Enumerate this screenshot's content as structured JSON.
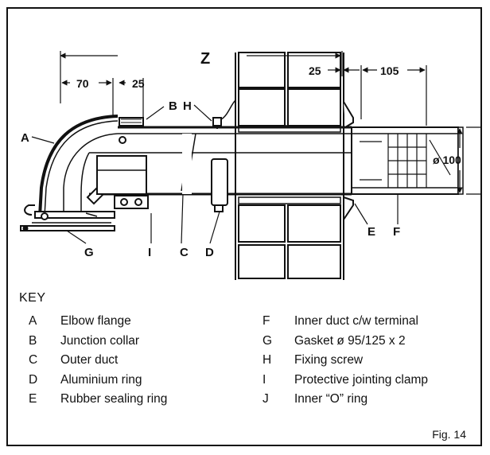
{
  "diagram": {
    "dimensions": {
      "z": "Z",
      "d70": "70",
      "d25_left": "25",
      "d25_right": "25",
      "d105": "105",
      "d100": "ø 100"
    },
    "callouts": {
      "a": "A",
      "b": "B",
      "c": "C",
      "d": "D",
      "e": "E",
      "f": "F",
      "g": "G",
      "h": "H",
      "i": "I"
    }
  },
  "key": {
    "title": "KEY",
    "left": [
      {
        "letter": "A",
        "text": "Elbow flange"
      },
      {
        "letter": "B",
        "text": "Junction collar"
      },
      {
        "letter": "C",
        "text": "Outer duct"
      },
      {
        "letter": "D",
        "text": "Aluminium ring"
      },
      {
        "letter": "E",
        "text": "Rubber sealing ring"
      }
    ],
    "right": [
      {
        "letter": "F",
        "text": "Inner duct c/w terminal"
      },
      {
        "letter": "G",
        "text": "Gasket ø 95/125 x 2"
      },
      {
        "letter": "H",
        "text": "Fixing screw"
      },
      {
        "letter": "I",
        "text": "Protective jointing clamp"
      },
      {
        "letter": "J",
        "text": "Inner “O” ring"
      }
    ]
  },
  "figure_label": "Fig. 14"
}
